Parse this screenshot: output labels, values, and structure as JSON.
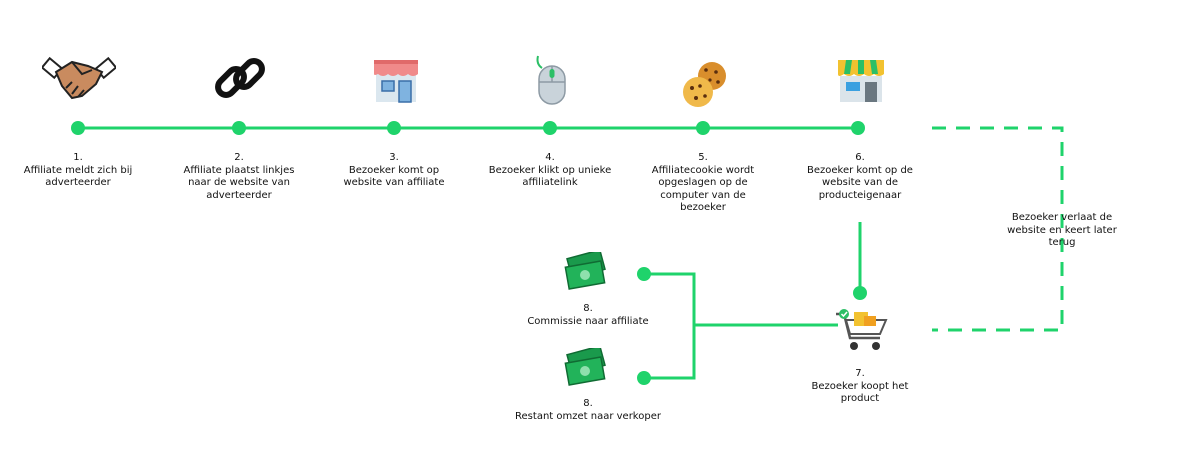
{
  "colors": {
    "accent": "#1fd36b",
    "text": "#111111"
  },
  "steps": [
    {
      "label": "1.\nAffiliate meldt zich bij\nadverteerder",
      "icon": "handshake-icon"
    },
    {
      "label": "2.\nAffiliate plaatst linkjes\nnaar de website van\nadverteerder",
      "icon": "link-icon"
    },
    {
      "label": "3.\nBezoeker komt op\nwebsite van affiliate",
      "icon": "store-icon"
    },
    {
      "label": "4.\nBezoeker klikt op unieke\naffiliatelink",
      "icon": "mouse-icon"
    },
    {
      "label": "5.\nAffiliatecookie wordt\nopgeslagen op de\ncomputer van de\nbezoeker",
      "icon": "cookie-icon"
    },
    {
      "label": "6.\nBezoeker komt op de\nwebsite van de\nproducteigenaar",
      "icon": "shop-icon"
    }
  ],
  "return_note": "Bezoeker verlaat de\nwebsite en keert later\nterug",
  "purchase": {
    "label": "7.\nBezoeker koopt het\nproduct",
    "icon": "shopping-cart-icon"
  },
  "payouts": [
    {
      "label": "8.\nCommissie naar affiliate",
      "icon": "money-icon"
    },
    {
      "label": "8.\nRestant omzet naar verkoper",
      "icon": "money-icon"
    }
  ]
}
